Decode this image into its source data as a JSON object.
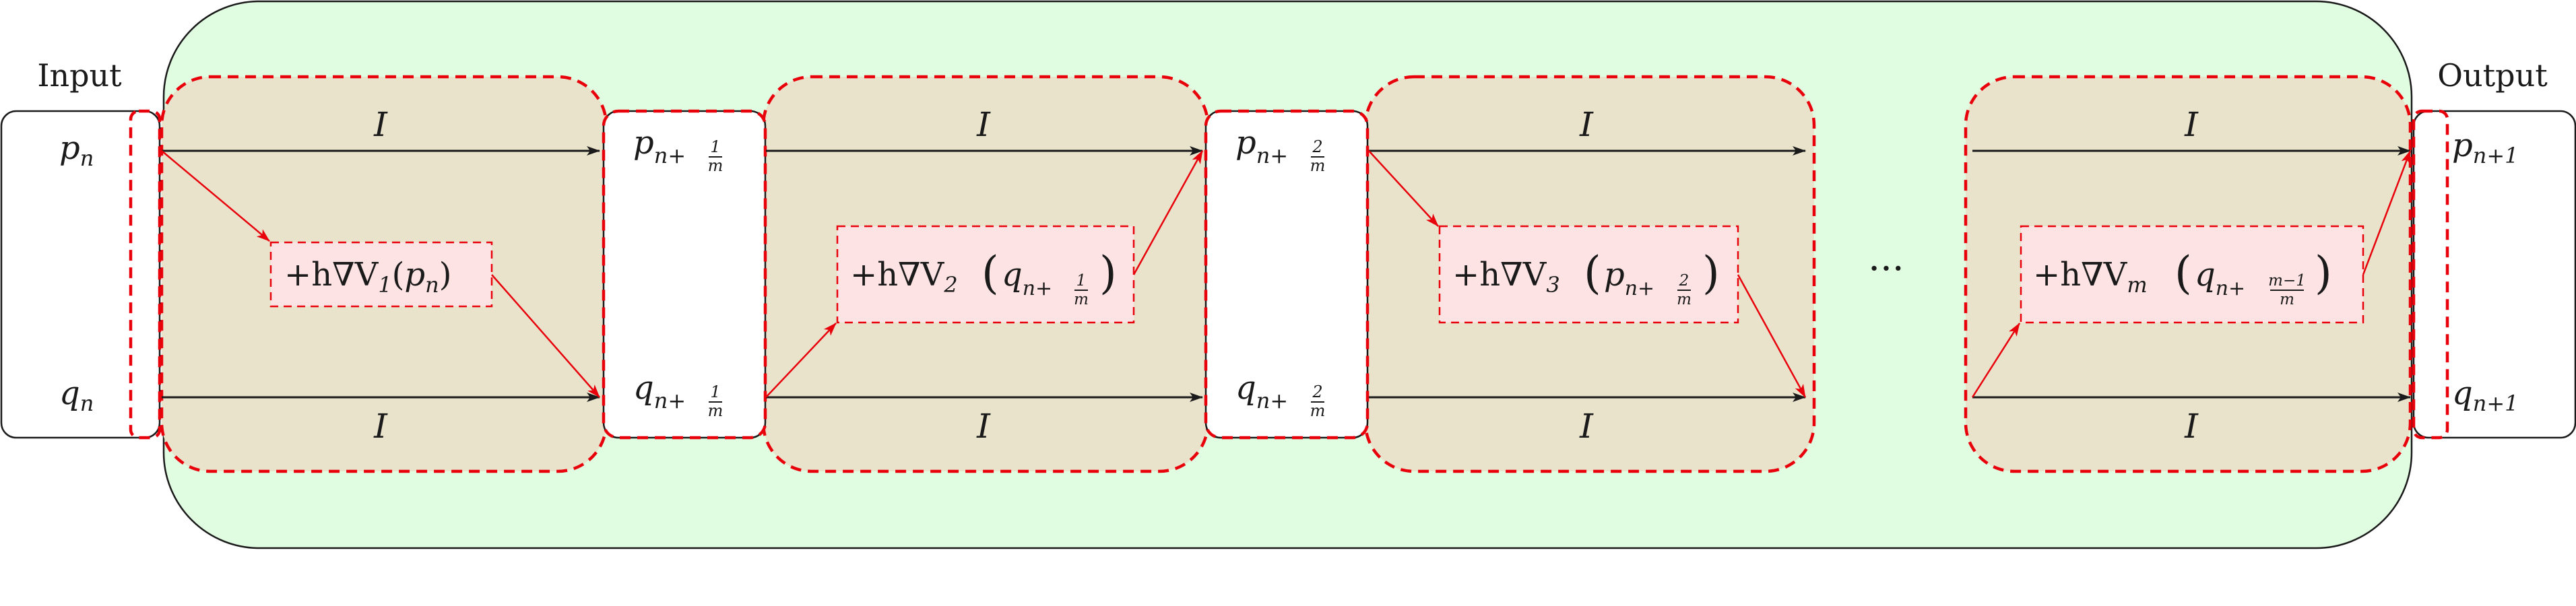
{
  "labels": {
    "input": "Input",
    "output": "Output",
    "identity": "I",
    "ellipsis": "···"
  },
  "input_vars": {
    "p": "p",
    "p_sub": "n",
    "q": "q",
    "q_sub": "n"
  },
  "stage_1": {
    "p": "p",
    "q": "q",
    "sub_prefix": "n+",
    "frac_num": "1",
    "frac_den": "m",
    "update_prefix": "+h∇V",
    "update_index": "1",
    "update_arg": "p",
    "update_arg_sub": "n"
  },
  "stage_2": {
    "p": "p",
    "q": "q",
    "sub_prefix": "n+",
    "frac_num": "2",
    "frac_den": "m",
    "update_prefix": "+h∇V",
    "update_index": "2",
    "update_arg": "q",
    "update_arg_sub_prefix": "n+",
    "update_frac_num": "1",
    "update_frac_den": "m"
  },
  "stage_3": {
    "update_prefix": "+h∇V",
    "update_index": "3",
    "update_arg": "p",
    "update_arg_sub_prefix": "n+",
    "update_frac_num": "2",
    "update_frac_den": "m"
  },
  "stage_m": {
    "update_prefix": "+h∇V",
    "update_index": "m",
    "update_arg": "q",
    "update_arg_sub_prefix": "n+",
    "update_frac_num": "m−1",
    "update_frac_den": "m"
  },
  "output_vars": {
    "p": "p",
    "p_sub": "n+1",
    "q": "q",
    "q_sub": "n+1"
  },
  "colors": {
    "outer_fill": "#e1fde1",
    "stage_fill": "#e9e3cc",
    "dash_red": "#e8000b",
    "update_fill": "#fde3e3",
    "arrow_black": "#1a1a1a",
    "arrow_red": "#e8000b"
  }
}
